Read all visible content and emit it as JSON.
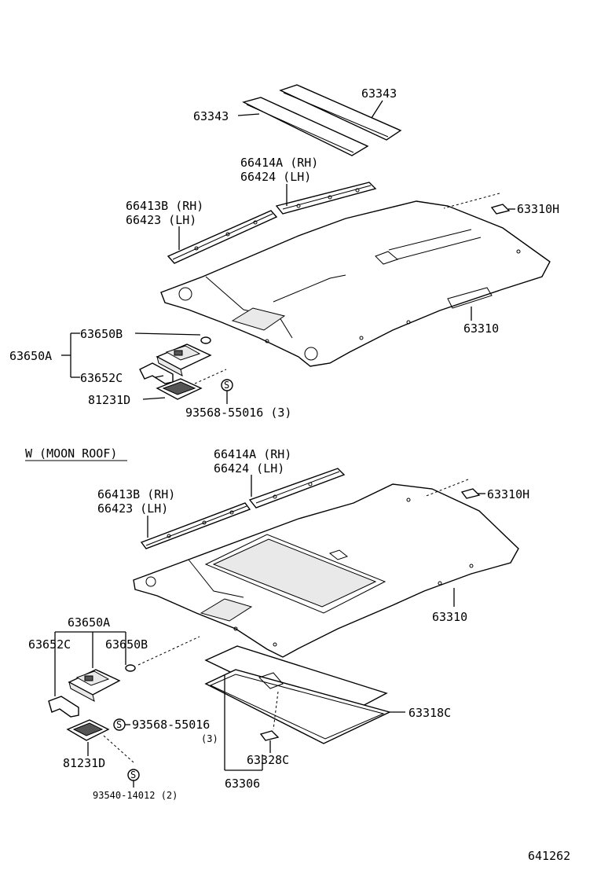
{
  "title_top": "",
  "section_label": "W (MOON  ROOF)",
  "figure_number": "641262",
  "top": {
    "p63343_left": "63343",
    "p63343_right": "63343",
    "p66414A": "66414A (RH)",
    "p66424": "66424  (LH)",
    "p66413B": "66413B (RH)",
    "p66423": "66423  (LH)",
    "p63310H": "63310H",
    "p63310": "63310",
    "p63650B": "63650B",
    "p63650A": "63650A",
    "p63652C": "63652C",
    "p81231D": "81231D",
    "p93568": "93568-55016 (3)",
    "screw_symbol": "S"
  },
  "bottom": {
    "p66414A": "66414A (RH)",
    "p66424": "66424  (LH)",
    "p66413B": "66413B (RH)",
    "p66423": "66423  (LH)",
    "p63310H": "63310H",
    "p63310": "63310",
    "p63650A": "63650A",
    "p63652C": "63652C",
    "p63650B": "63650B",
    "p93568": "93568-55016",
    "p93568_qty": "(3)",
    "p81231D": "81231D",
    "p93540": "93540-14012 (2)",
    "p63318C": "63318C",
    "p63328C": "63328C",
    "p63306": "63306",
    "screw_symbol": "S"
  }
}
